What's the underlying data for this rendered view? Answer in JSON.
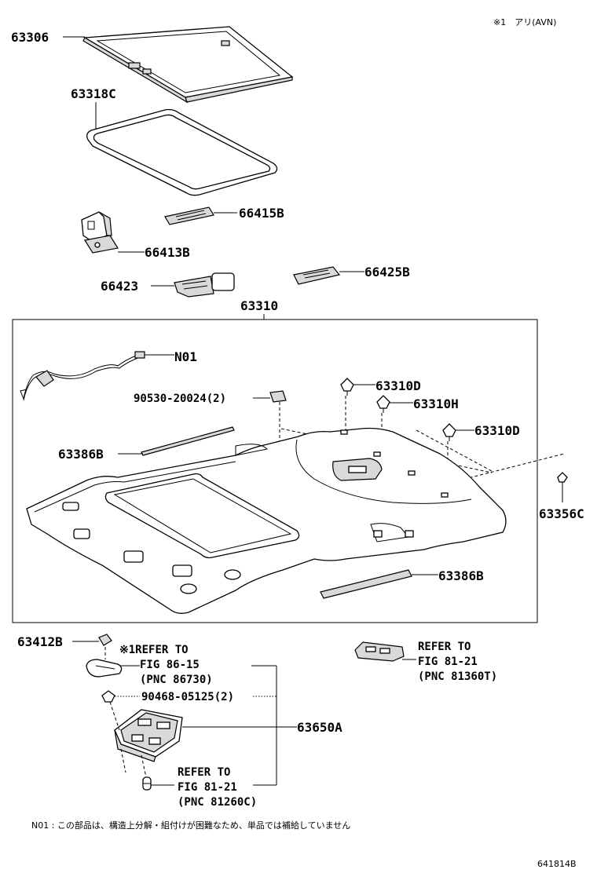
{
  "note_top": "※1　アリ(AVN)",
  "labels": {
    "p63306": "63306",
    "p63318C": "63318C",
    "p66415B": "66415B",
    "p66413B": "66413B",
    "p66423": "66423",
    "p66425B": "66425B",
    "p63310": "63310",
    "pN01": "N01",
    "p90530": "90530-20024(2)",
    "p63310D_a": "63310D",
    "p63310H": "63310H",
    "p63310D_b": "63310D",
    "p63386B_a": "63386B",
    "p63356C": "63356C",
    "p63386B_b": "63386B",
    "p63412B": "63412B",
    "p90468": "90468-05125(2)",
    "p63650A": "63650A"
  },
  "refs": {
    "r1_l1": "※1REFER TO",
    "r1_l2": "FIG 86-15",
    "r1_l3": "(PNC 86730)",
    "r2_l1": "REFER TO",
    "r2_l2": "FIG 81-21",
    "r2_l3": "(PNC 81360T)",
    "r3_l1": "REFER TO",
    "r3_l2": "FIG 81-21",
    "r3_l3": "(PNC 81260C)"
  },
  "footnote": "N01 : この部品は、構造上分解・組付けが困難なため、単品では補給していません",
  "figure_id": "641814B"
}
